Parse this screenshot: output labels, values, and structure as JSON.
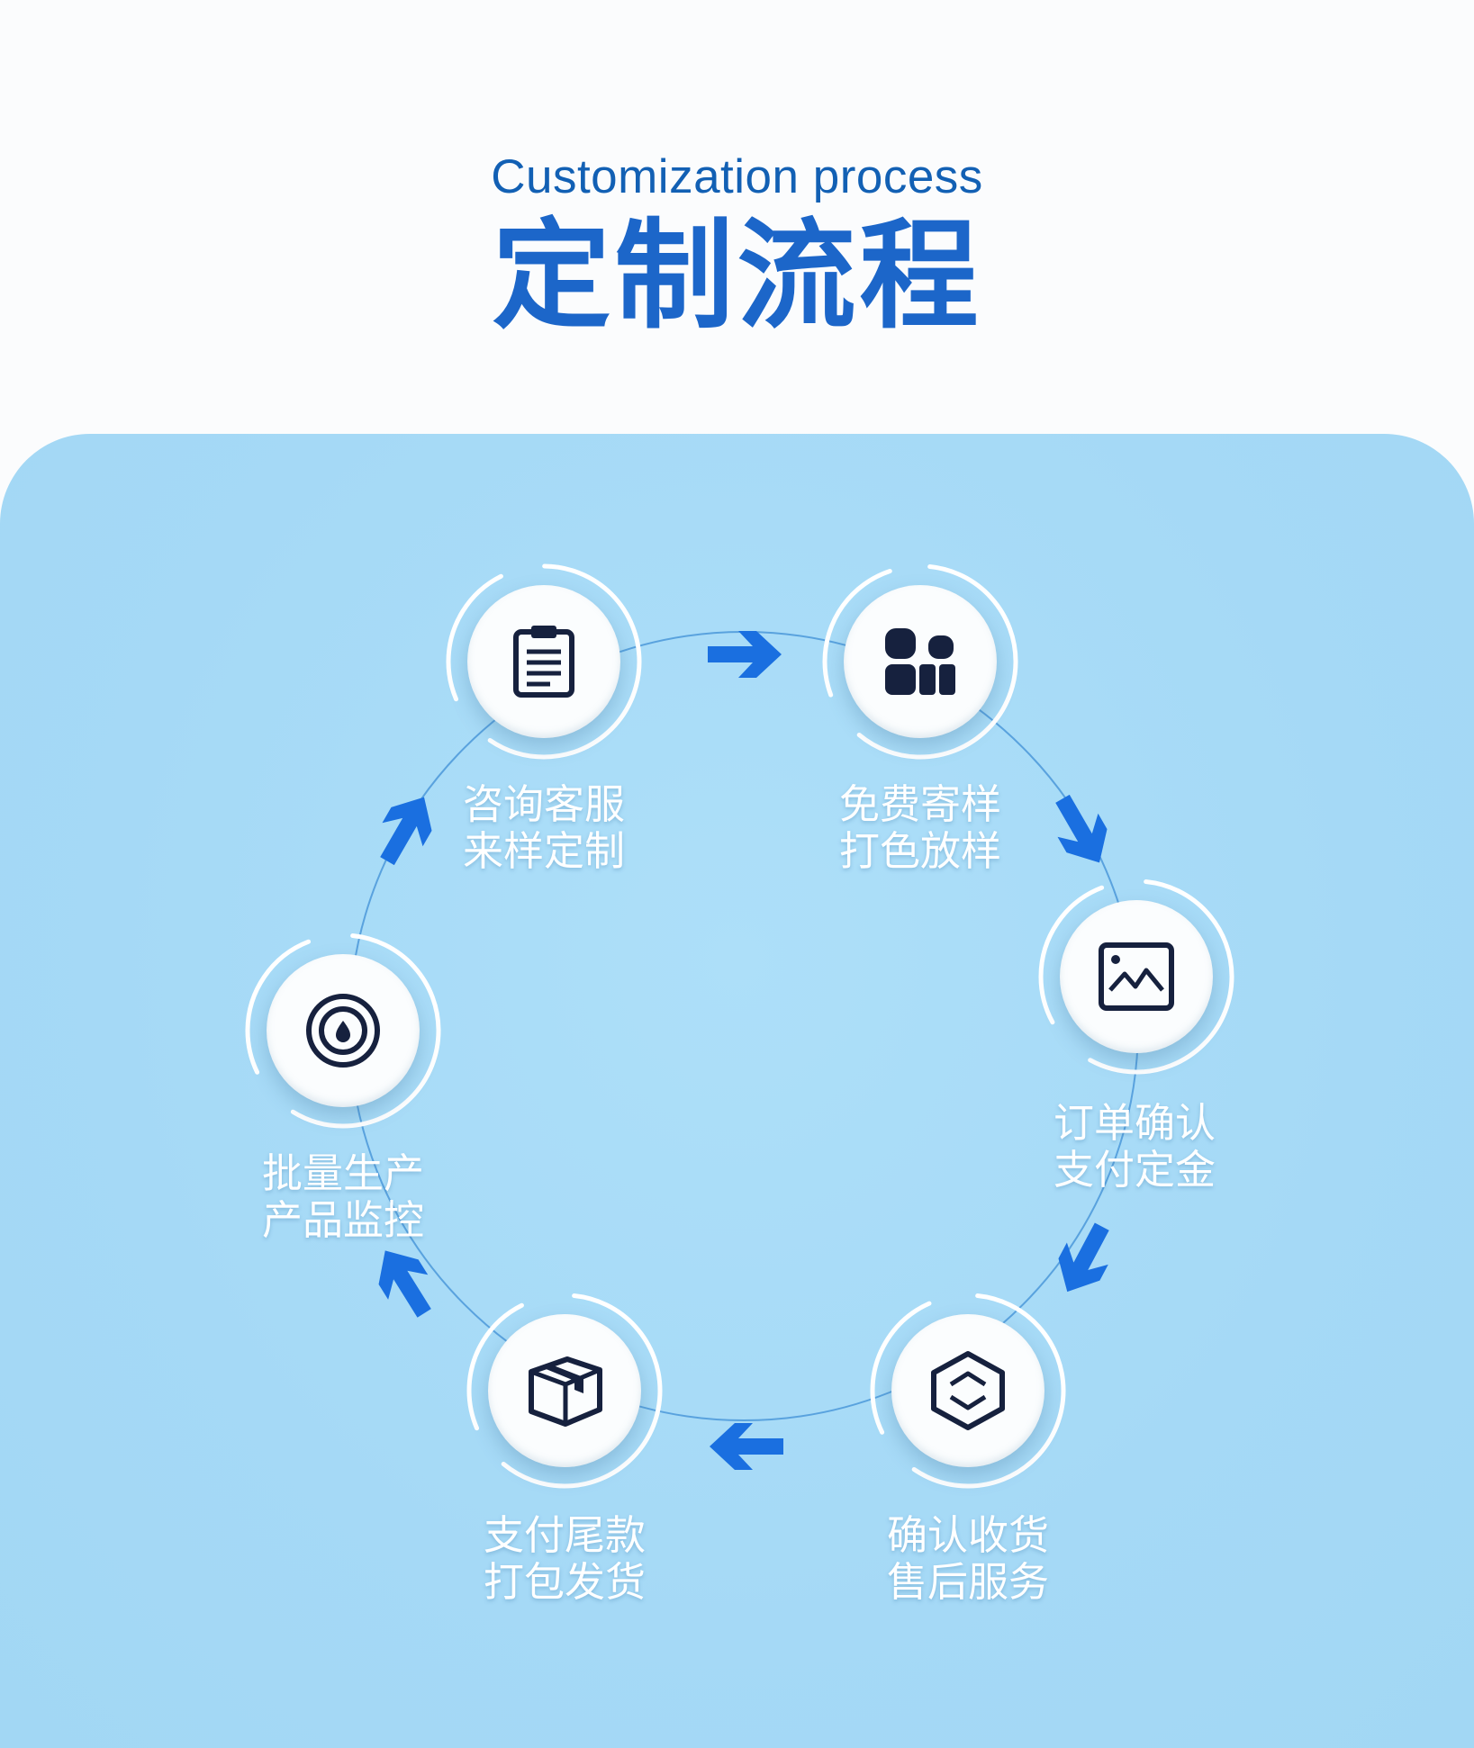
{
  "header": {
    "subtitle": "Customization process",
    "title": "定制流程"
  },
  "colors": {
    "accent": "#1c66c9",
    "arrow": "#1a6fe0",
    "panel": "#a6dbf7",
    "icon": "#16213e"
  },
  "steps": [
    {
      "icon": "clipboard-icon",
      "line1": "咨询客服",
      "line2": "来样定制"
    },
    {
      "icon": "blocks-icon",
      "line1": "免费寄样",
      "line2": "打色放样"
    },
    {
      "icon": "image-icon",
      "line1": "订单确认",
      "line2": "支付定金"
    },
    {
      "icon": "hexagon-icon",
      "line1": "确认收货",
      "line2": "售后服务"
    },
    {
      "icon": "box-icon",
      "line1": "支付尾款",
      "line2": "打包发货"
    },
    {
      "icon": "target-icon",
      "line1": "批量生产",
      "line2": "产品监控"
    }
  ]
}
